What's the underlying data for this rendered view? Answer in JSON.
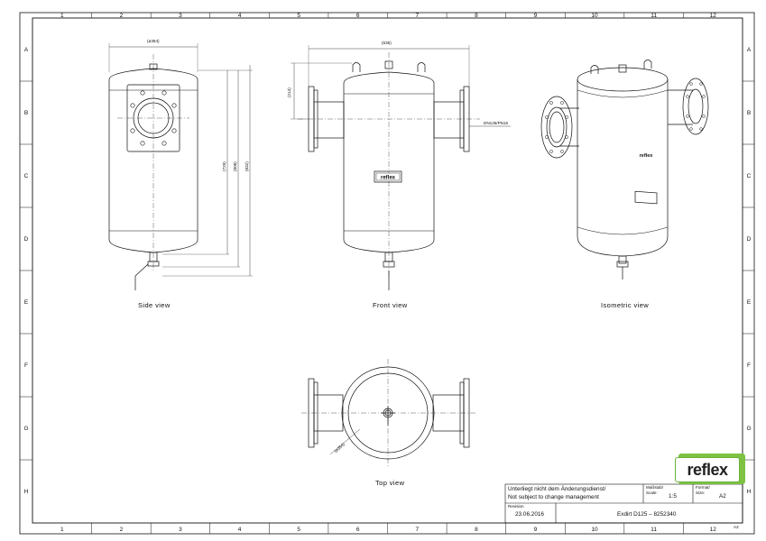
{
  "views": {
    "side": "Side view",
    "front": "Front view",
    "isometric": "Isometric view",
    "top": "Top view"
  },
  "dimensions": {
    "side_width": "(ø354)",
    "front_width": "(635)",
    "front_top": "(214)",
    "height_1": "(729)",
    "height_2": "(808)",
    "height_3": "(832)",
    "connection": "DN125/PN16",
    "top_diameter": "(ø354)"
  },
  "nameplate": "reflex",
  "grid": {
    "columns": [
      "1",
      "2",
      "3",
      "4",
      "5",
      "6",
      "7",
      "8",
      "9",
      "10",
      "11",
      "12"
    ],
    "rows": [
      "A",
      "B",
      "C",
      "D",
      "E",
      "F",
      "G",
      "H"
    ]
  },
  "title_block": {
    "note_de": "Unterliegt nicht dem Änderungsdienst/",
    "note_en": "Not subject to change management",
    "scale_label_de": "Maßstab/",
    "scale_label_en": "Scale:",
    "scale_value": "1:5",
    "format_label_de": "Format/",
    "format_label_en": "Size:",
    "format_value": "A2",
    "revision_label": "Revision",
    "revision_date": "23.06.2016",
    "drawing_title": "Exdirt D125 – 8252340",
    "sheet_size": "A2"
  },
  "logo": "reflex",
  "colors": {
    "logo_green": "#7dc242",
    "line": "#111111"
  }
}
